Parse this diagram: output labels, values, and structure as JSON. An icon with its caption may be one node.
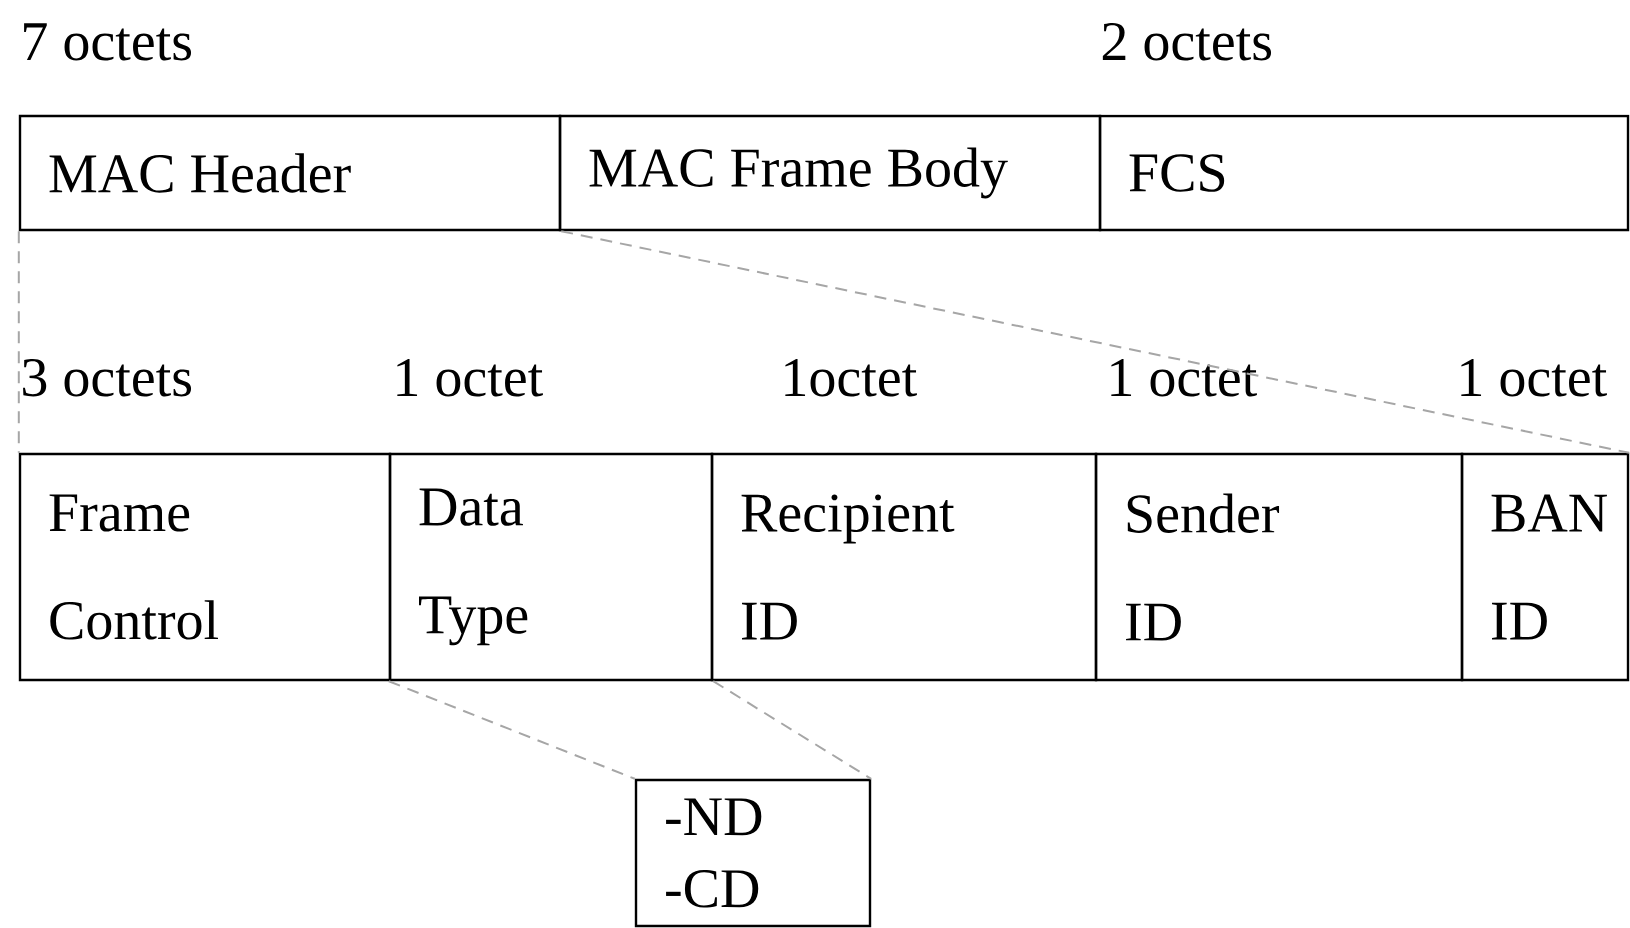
{
  "diagram": {
    "nodes": [
      {
        "text": [
          "MAC Header"
        ],
        "beside": [
          "7 octets"
        ]
      },
      {
        "text": [
          "MAC Frame Body"
        ]
      },
      {
        "text": [
          "FCS"
        ],
        "beside": [
          "2 octets"
        ]
      },
      {
        "text": [
          "Frame Control"
        ],
        "beside": [
          "3 octets"
        ]
      },
      {
        "text": [
          "Data Type"
        ],
        "beside": [
          "1 octet"
        ]
      },
      {
        "text": [
          "Recipient ID"
        ],
        "beside": [
          "1octet"
        ]
      },
      {
        "text": [
          "Sender ID"
        ],
        "beside": [
          "1 octet"
        ]
      },
      {
        "text": [
          "BAN ID"
        ],
        "beside": [
          "1 octet"
        ]
      },
      {
        "text": [
          "-ND",
          "-CD"
        ]
      }
    ],
    "edges": [
      {
        "from": 0,
        "to": 3,
        "arrow": "none",
        "style": "dashed",
        "color": "#a6a6a6"
      },
      {
        "from": 0,
        "to": 7,
        "arrow": "none",
        "style": "dashed",
        "color": "#a6a6a6"
      },
      {
        "from": 4,
        "to": 8,
        "arrow": "none",
        "style": "dashed",
        "color": "#a6a6a6"
      },
      {
        "from": 4,
        "to": 8,
        "arrow": "none",
        "style": "dashed",
        "color": "#a6a6a6"
      }
    ]
  }
}
